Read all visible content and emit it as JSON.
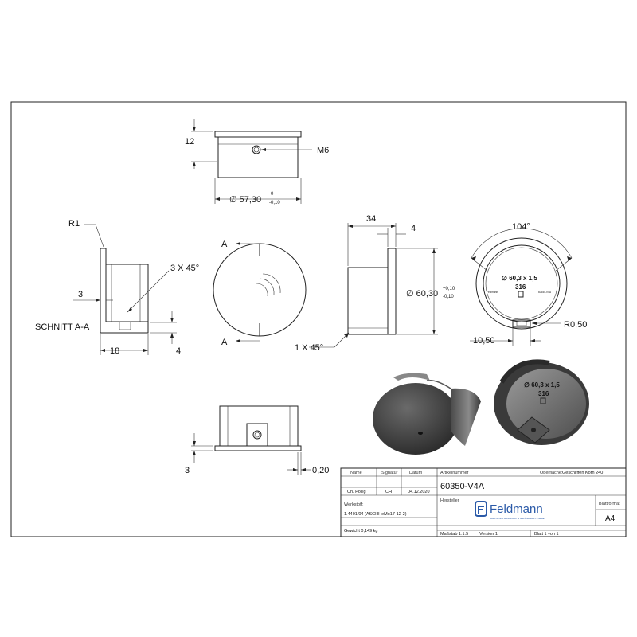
{
  "drawing": {
    "dims": {
      "height_12": "12",
      "thread_m6": "M6",
      "dia_57": "∅ 57,30",
      "dia_57_tol_upper": "0",
      "dia_57_tol_lower": "-0,10",
      "radius_r1": "R1",
      "chamfer_3x45": "3 X 45°",
      "dim_3": "3",
      "section_label": "SCHNITT A-A",
      "dim_18": "18",
      "dim_4_section": "4",
      "section_mark_top": "A",
      "section_mark_bottom": "A",
      "dim_34": "34",
      "dim_4_side": "4",
      "dia_60": "∅ 60,30",
      "dia_60_tol_upper": "+0,10",
      "dia_60_tol_lower": "-0,10",
      "chamfer_1x45": "1 X 45°",
      "angle_104": "104°",
      "radius_r050": "R0,50",
      "dim_1050": "10,50",
      "dim_3_bottom": "3",
      "dim_020": "0,20"
    },
    "marking": {
      "line1": "∅ 60,3 x 1,5",
      "line2": "316",
      "logo_left": "Feldmann",
      "logo_right": "60350-V4A"
    },
    "iso_marking": {
      "line1": "∅ 60,3 x 1,5",
      "line2": "316"
    }
  },
  "title_block": {
    "hdr_name": "Name",
    "hdr_signature": "Signatur",
    "hdr_date": "Datum",
    "name": "Ch. Pollig",
    "signature": "CH",
    "date": "04.12.2020",
    "article_label": "Artikelnummer",
    "article_number": "60350-V4A",
    "surface_label": "Oberfläche:",
    "surface_value": "Geschliffen Korn 240",
    "manufacturer_label": "Hersteller",
    "material_label": "Werkstoff:",
    "material_value": "1.4401/04 (ASCHHeMo17-12-2)",
    "weight": "Gewicht 0,149 kg",
    "scale": "Maßstab 1:1.5",
    "version": "Version 1",
    "sheet": "Blatt 1 von 1",
    "format_label": "Blattformat",
    "format_value": "A4",
    "company": "Feldmann",
    "company_tagline": "EDELSTAHL HANDLAUF & GELÄNDERSYSTEME"
  }
}
